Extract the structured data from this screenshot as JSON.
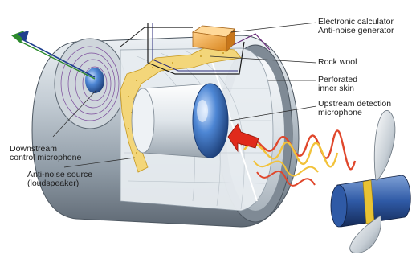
{
  "labels": {
    "calculator": [
      "Electronic calculator",
      "Anti-noise generator"
    ],
    "rock_wool": "Rock wool",
    "perforated": [
      "Perforated",
      "inner skin"
    ],
    "upstream": [
      "Upstream detection",
      "microphone"
    ],
    "downstream": [
      "Downstream",
      "control microphone"
    ],
    "anti_noise_source": [
      "Anti-noise source",
      "(loudspeaker)"
    ]
  },
  "colors": {
    "duct_metal": "#b9c3cc",
    "duct_dark": "#6f7a86",
    "rock_wool": "#f3d67a",
    "box": "#f0a53a",
    "sensor_blue": "#3f78c8",
    "noise_wave": "#e0472c",
    "antinoise_wave": "#f2c23a",
    "arrow_red": "#e02a1c"
  },
  "icons": [
    "airflow-arrow-icon",
    "noise-direction-arrow-icon",
    "propeller-icon"
  ]
}
